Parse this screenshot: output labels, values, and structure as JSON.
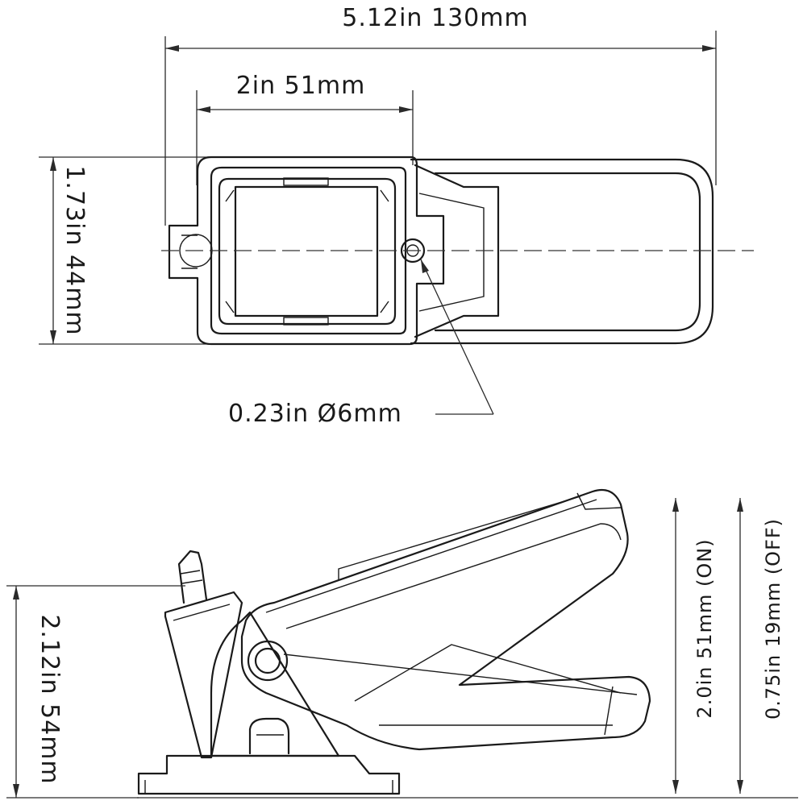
{
  "dimensions": {
    "overall_length": "5.12in  130mm",
    "inner_length": "2in  51mm",
    "width": "1.73in  44mm",
    "hole": "0.23in  Ø6mm",
    "height": "2.12in  54mm",
    "on_height": "2.0in  51mm (ON)",
    "off_height": "0.75in  19mm (OFF)"
  }
}
